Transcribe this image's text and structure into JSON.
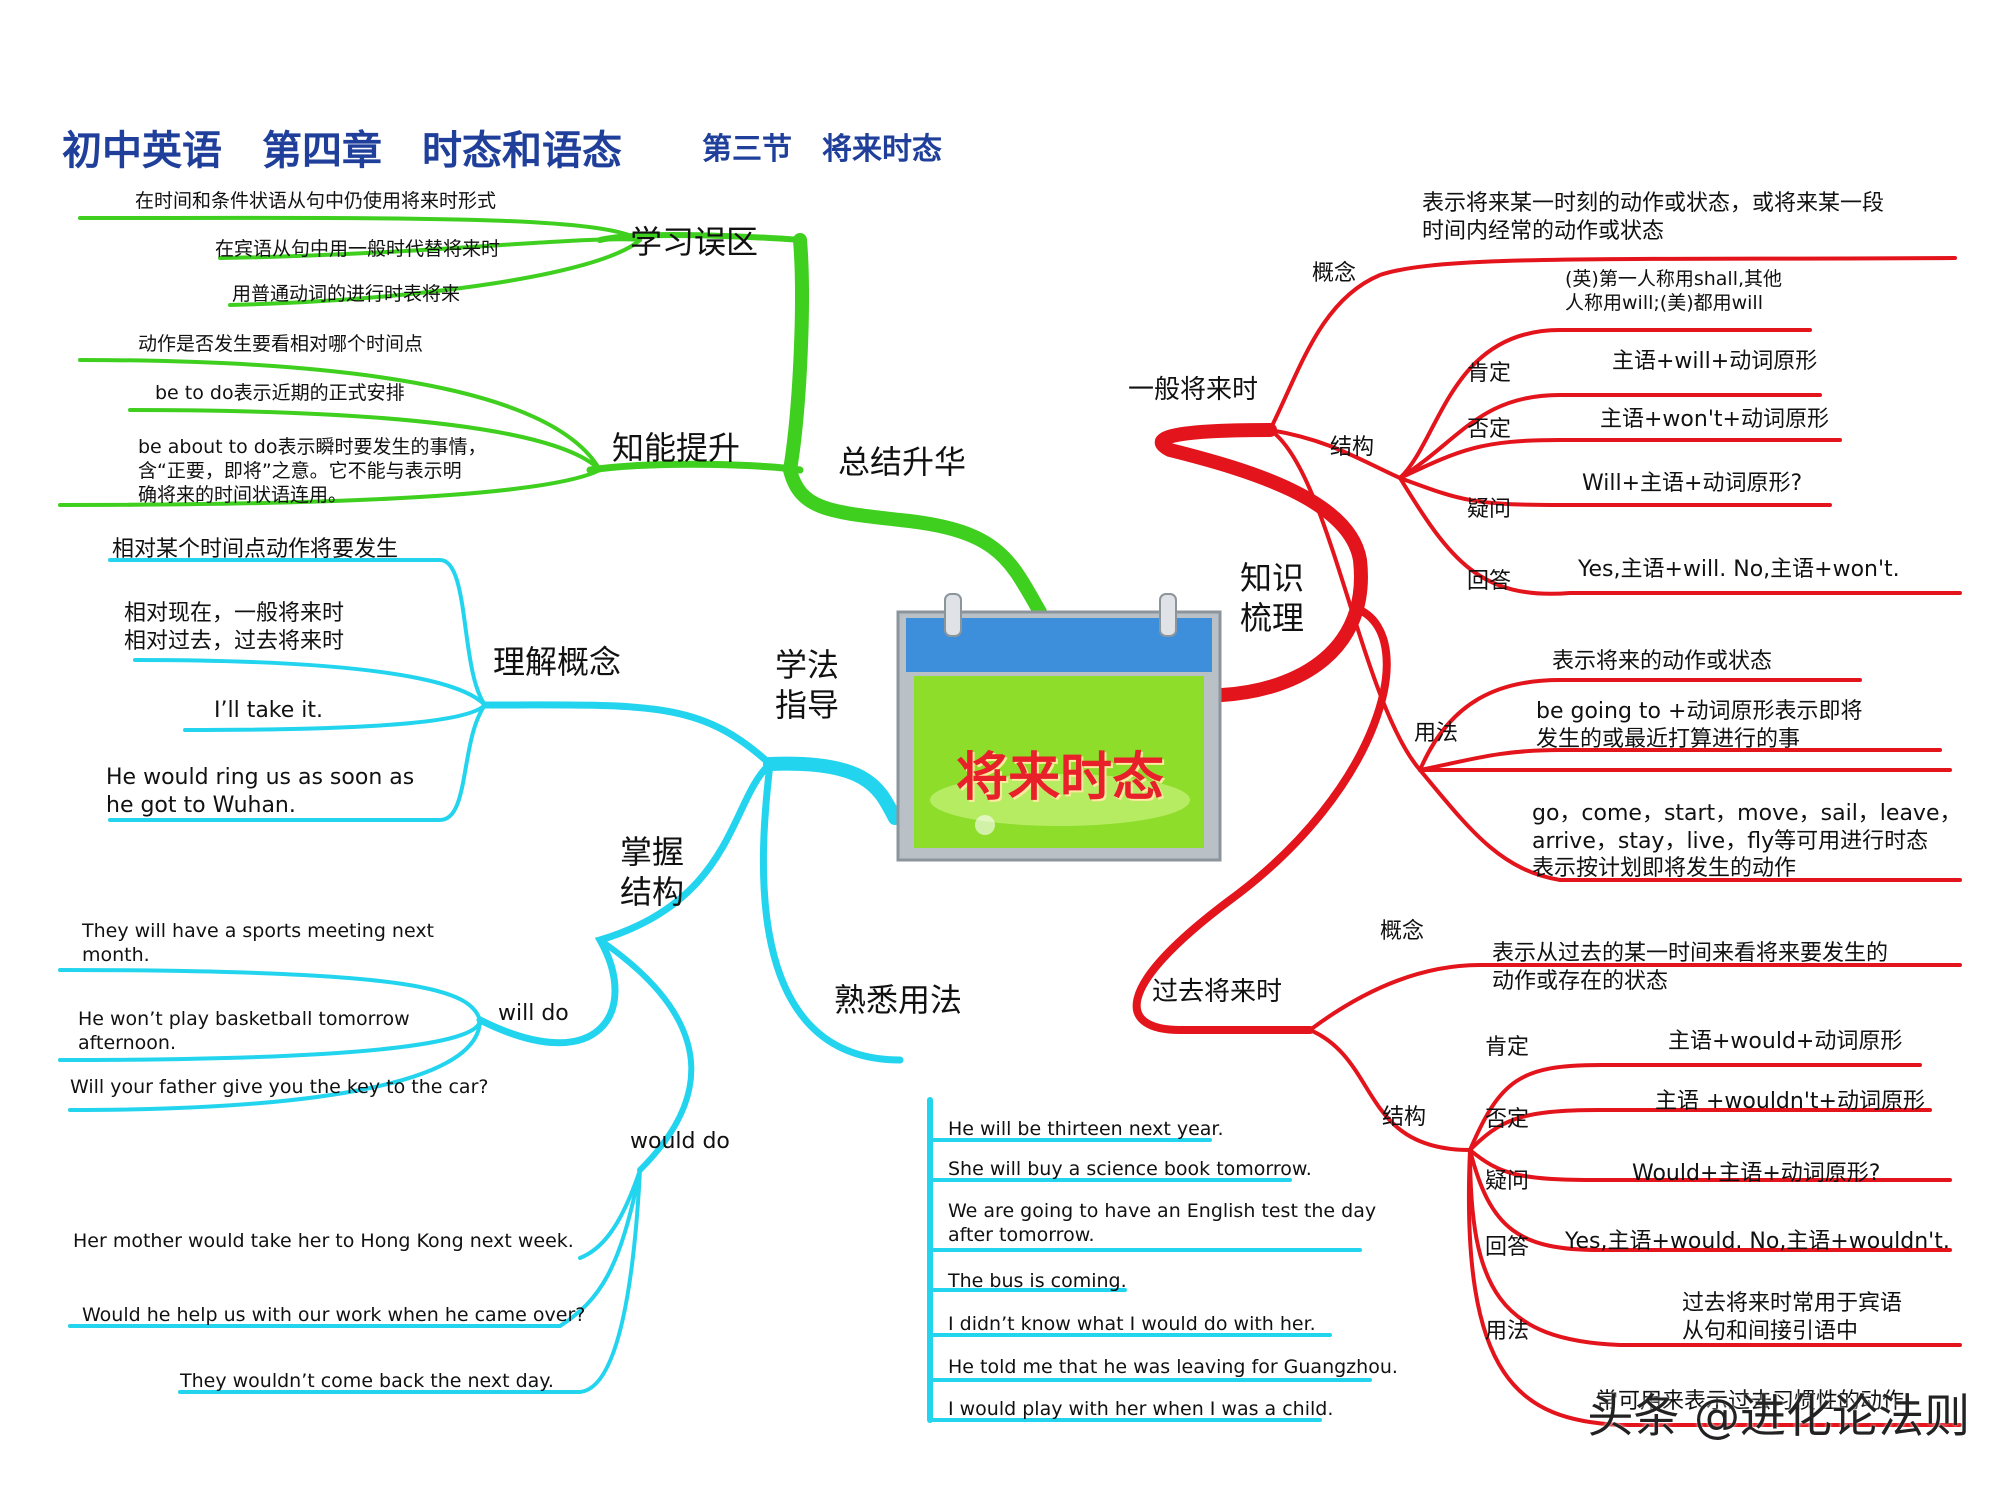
{
  "header": {
    "title_main": "初中英语　第四章　时态和语态",
    "title_sub": "第三节　将来时态"
  },
  "center": {
    "label": "将来时态"
  },
  "green": {
    "branch": "总结升华",
    "mistakes": {
      "label": "学习误区",
      "items": [
        "在时间和条件状语从句中仍使用将来时形式",
        "在宾语从句中用一般时代替将来时",
        "用普通动词的进行时表将来"
      ]
    },
    "ability": {
      "label": "知能提升",
      "items": [
        "动作是否发生要看相对哪个时间点",
        "be to do表示近期的正式安排",
        "be about to do表示瞬时要发生的事情，\n含“正要，即将”之意。它不能与表示明\n确将来的时间状语连用。"
      ]
    }
  },
  "cyan": {
    "branch": "学法\n指导",
    "concept": {
      "label": "理解概念",
      "items": [
        "相对某个时间点动作将要发生",
        "相对现在，一般将来时\n相对过去，过去将来时",
        "I’ll take it.",
        "He would ring us as soon as\nhe got to Wuhan."
      ]
    },
    "structure": {
      "label": "掌握\n结构",
      "will_do": {
        "label": "will do",
        "items": [
          "They will have a sports meeting next\nmonth.",
          "He won’t play basketball tomorrow\nafternoon.",
          "Will your father give you the key to the car?"
        ]
      },
      "would_do": {
        "label": "would do",
        "items": [
          "Her mother would take her to Hong Kong next week.",
          "Would he help us with our work when he came over?",
          "They wouldn’t come back the next day."
        ]
      }
    },
    "usage": {
      "label": "熟悉用法",
      "items": [
        "He will be thirteen next year.",
        "She will buy a science book tomorrow.",
        "We are going to have an English test the day\nafter tomorrow.",
        "The bus is coming.",
        "I didn’t know what I would do with her.",
        "He told me that he was leaving for Guangzhou.",
        "I would play with her when I was a child."
      ]
    }
  },
  "red": {
    "branch": "知识\n梳理",
    "simple_future": {
      "label": "一般将来时",
      "concept_label": "概念",
      "concept_text": "表示将来某一时刻的动作或状态，或将来某一段\n时间内经常的动作或状态",
      "structure_label": "结构",
      "note": "(英)第一人称用shall,其他\n人称用will;(美)都用will",
      "rows": [
        {
          "label": "肯定",
          "text": "主语+will+动词原形"
        },
        {
          "label": "否定",
          "text": "主语+won't+动词原形"
        },
        {
          "label": "疑问",
          "text": "Will+主语+动词原形?"
        },
        {
          "label": "回答",
          "text": "Yes,主语+will. No,主语+won't."
        }
      ],
      "usage_label": "用法",
      "usage_items": [
        "表示将来的动作或状态",
        "be going to +动词原形表示即将\n发生的或最近打算进行的事",
        "go，come，start，move，sail，leave，\narrive，stay，live，fly等可用进行时态\n表示按计划即将发生的动作"
      ]
    },
    "past_future": {
      "label": "过去将来时",
      "concept_label": "概念",
      "concept_text": "表示从过去的某一时间来看将来要发生的\n动作或存在的状态",
      "structure_label": "结构",
      "rows": [
        {
          "label": "肯定",
          "text": "主语+would+动词原形"
        },
        {
          "label": "否定",
          "text": "主语 +wouldn't+动词原形"
        },
        {
          "label": "疑问",
          "text": "Would+主语+动词原形?"
        },
        {
          "label": "回答",
          "text": "Yes,主语+would. No,主语+wouldn't."
        }
      ],
      "usage_label": "用法",
      "usage_items": [
        "过去将来时常用于宾语\n从句和间接引语中",
        "常可用来表示过去习惯性的动作"
      ]
    }
  },
  "watermark": "头条 @进化论法则",
  "colors": {
    "green": "#3fcf1f",
    "cyan": "#22d4ee",
    "red": "#e3141b",
    "title": "#1f3f9a"
  }
}
